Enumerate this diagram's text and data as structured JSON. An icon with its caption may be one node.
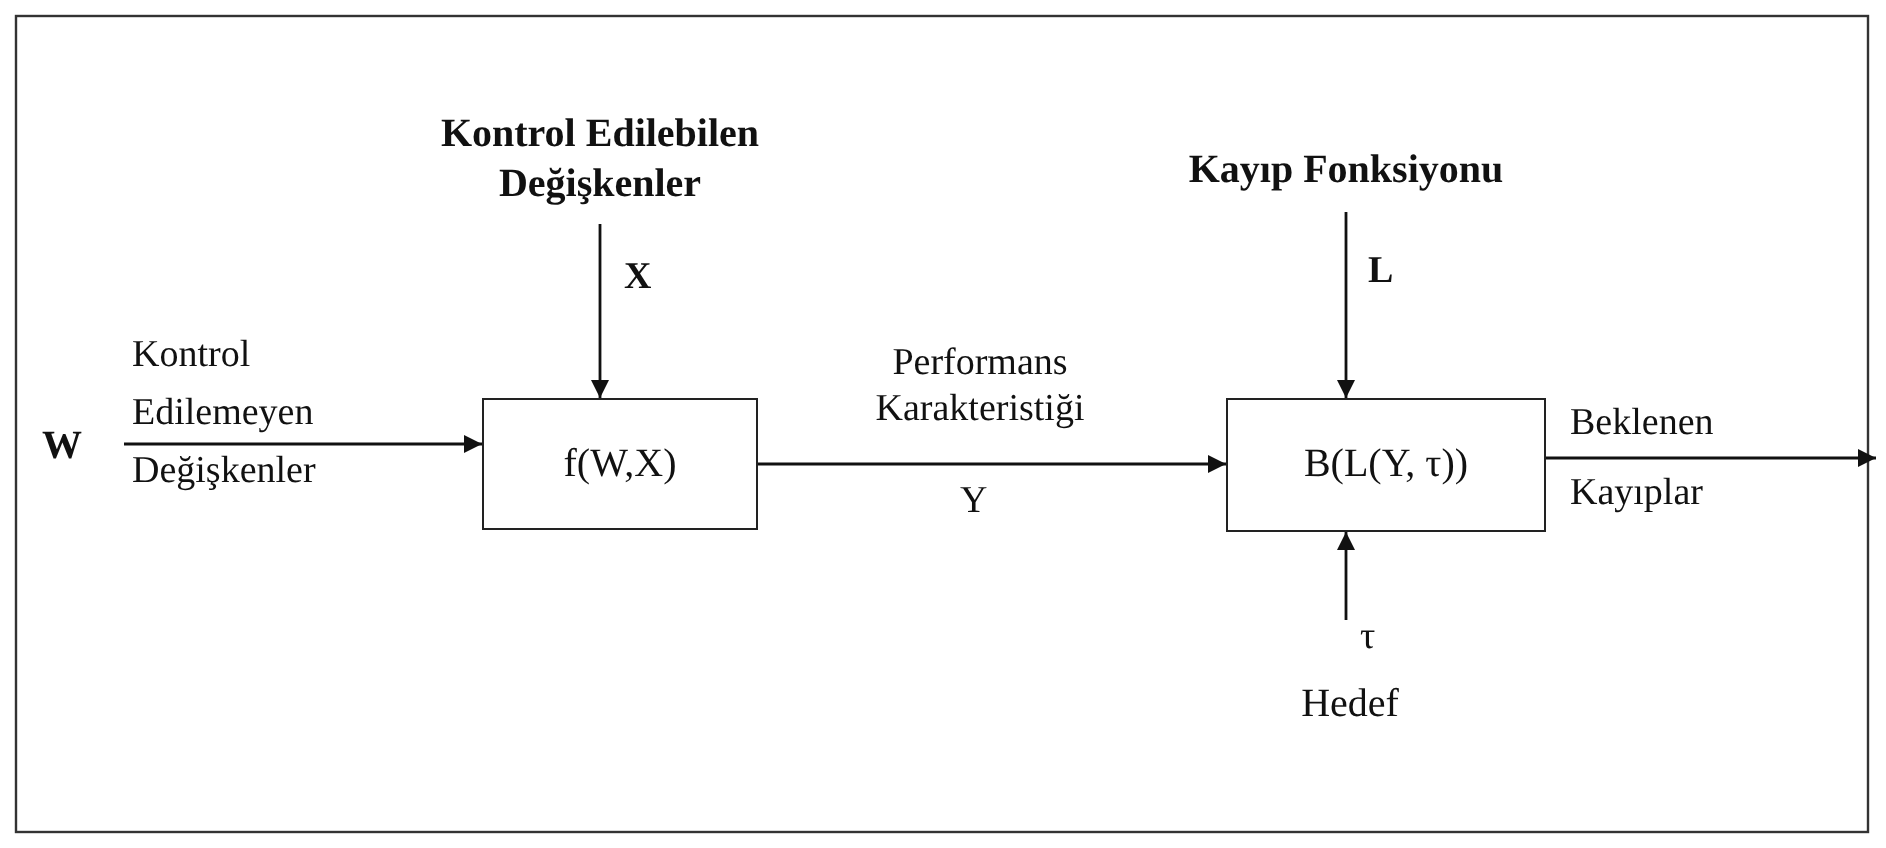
{
  "diagram": {
    "nodes": [
      {
        "text": [
          "W"
        ]
      },
      {
        "text": [
          "f(W,X)"
        ]
      },
      {
        "text": [
          "Kontrol Edilebilen Değişkenler"
        ]
      },
      {
        "text": [
          "B(L(Y, τ))"
        ]
      },
      {
        "text": [
          "Kayıp Fonksiyonu"
        ]
      },
      {
        "text": [
          "Hedef"
        ]
      }
    ],
    "edges": [
      {
        "from": 0,
        "to": 1,
        "arrow": "to",
        "label": "Kontrol Edilemeyen Değişkenler"
      },
      {
        "from": 2,
        "to": 1,
        "arrow": "to",
        "label": "X"
      },
      {
        "from": 1,
        "to": 3,
        "arrow": "to",
        "label": "Performans Karakteristiği"
      },
      {
        "from": 4,
        "to": 3,
        "arrow": "to",
        "label": "L"
      },
      {
        "from": 5,
        "to": 3,
        "arrow": "to",
        "label": "τ"
      },
      {
        "from": 3,
        "to": null,
        "arrow": "to",
        "label": "Beklenen Kayıplar"
      }
    ],
    "labels": [
      "Y"
    ]
  }
}
